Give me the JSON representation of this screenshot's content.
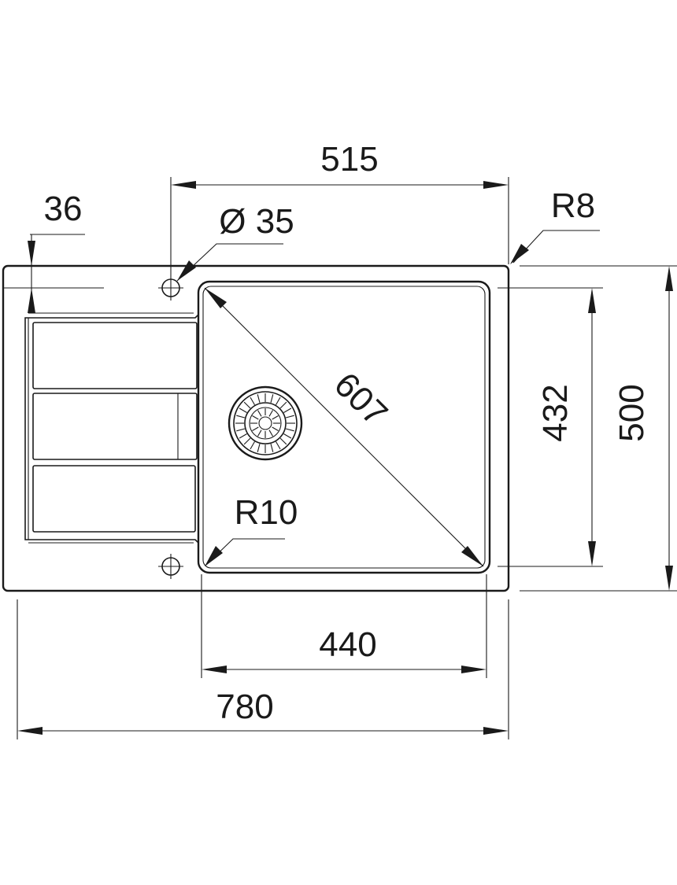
{
  "drawing": {
    "line_color": "#1a1a1a",
    "background": "#ffffff",
    "dimensions": {
      "overall_width": "780",
      "overall_depth": "500",
      "bowl_width": "440",
      "bowl_depth": "432",
      "bowl_diagonal": "607",
      "tap_hole_offset_width": "515",
      "drainer_offset": "36",
      "tap_hole_diameter": "Ø 35",
      "bowl_corner_radius": "R10",
      "outer_corner_radius": "R8"
    }
  }
}
